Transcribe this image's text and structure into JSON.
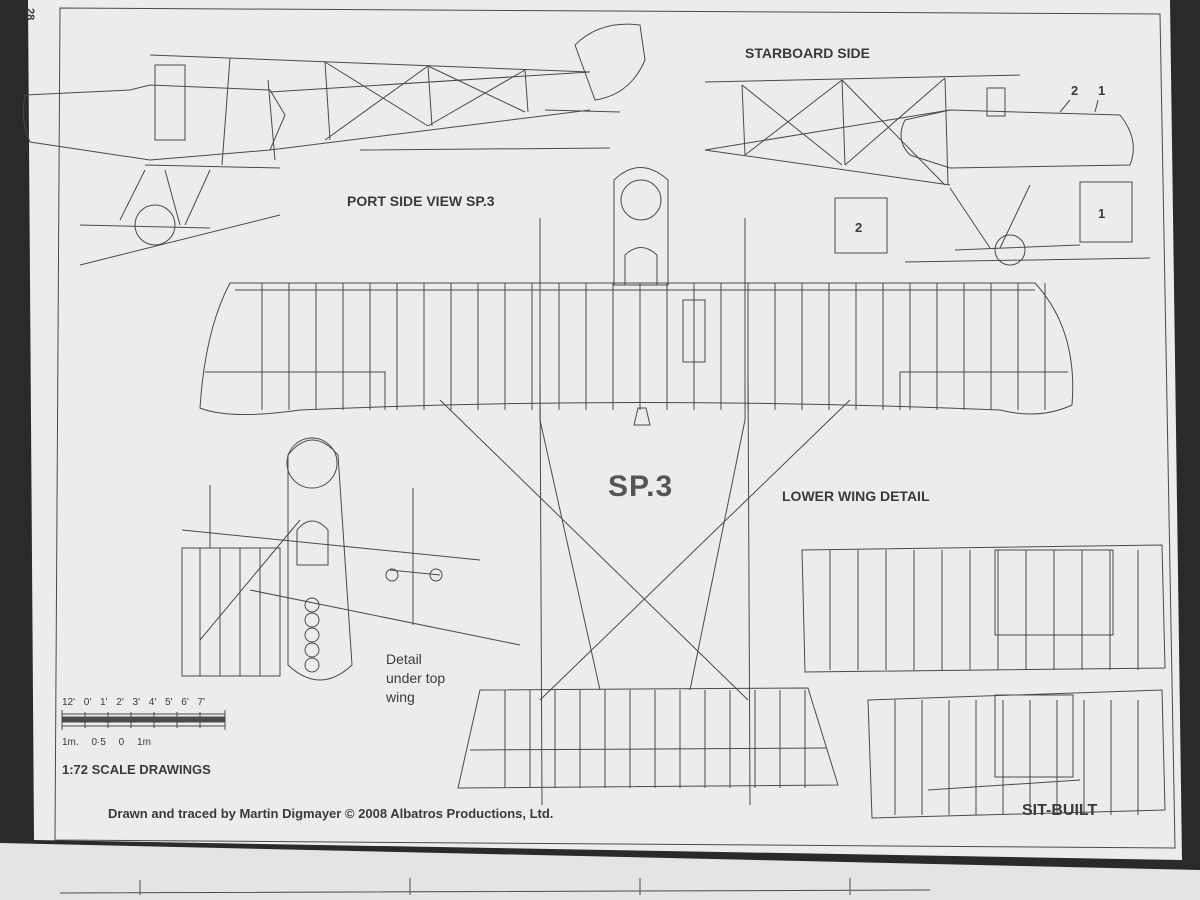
{
  "page": {
    "number": "28",
    "paper_color": "#ececec",
    "line_color": "#4a4a4a"
  },
  "labels": {
    "title": "SP.3",
    "starboard_side": "STARBOARD SIDE",
    "port_side_view": "PORT SIDE VIEW SP.3",
    "lower_wing_detail": "LOWER WING DETAIL",
    "sit_built": "SIT-BUILT",
    "callout_1": "1",
    "callout_2": "2",
    "box_1": "1",
    "box_2": "2",
    "detail_note": "Detail\nunder top\nwing"
  },
  "scale": {
    "imperial": "12' 0' 1' 2' 3' 4' 5' 6' 7'",
    "metric": "1m. 0·5 0 1m",
    "title": "1:72 SCALE DRAWINGS"
  },
  "credit": "Drawn and traced by Martin Digmayer © 2008 Albatros Productions, Ltd."
}
